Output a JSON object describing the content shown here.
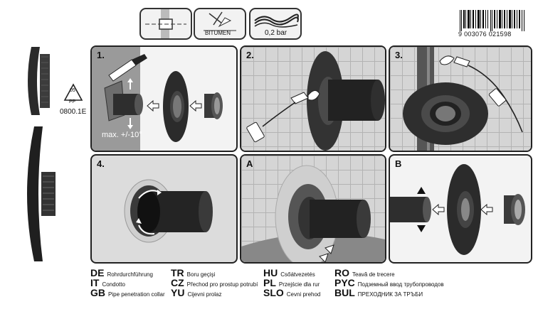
{
  "header": {
    "bitumen_label": "BITUMEN",
    "pressure_label": "0,2 bar",
    "barcode_number": "9 003076 021598"
  },
  "recycle": {
    "number": "05",
    "material": "PP"
  },
  "product_code": "0800.1E",
  "panels": {
    "p1": {
      "label": "1.",
      "angle_note": "max. +/-10°"
    },
    "p2": {
      "label": "2."
    },
    "p3": {
      "label": "3."
    },
    "p4": {
      "label": "4."
    },
    "pA": {
      "label": "A"
    },
    "pB": {
      "label": "B"
    }
  },
  "translations": [
    {
      "code": "DE",
      "text": "Rohrdurchführung"
    },
    {
      "code": "IT",
      "text": "Condotto"
    },
    {
      "code": "GB",
      "text": "Pipe penetration collar"
    },
    {
      "code": "TR",
      "text": "Boru geçişi"
    },
    {
      "code": "CZ",
      "text": "Přechod pro prostup potrubí"
    },
    {
      "code": "YU",
      "text": "Cijevni prolaz"
    },
    {
      "code": "HU",
      "text": "Csőátvezetés"
    },
    {
      "code": "PL",
      "text": "Przejście dla rur"
    },
    {
      "code": "SLO",
      "text": "Cevni prehod"
    },
    {
      "code": "RO",
      "text": "Teavă de trecere"
    },
    {
      "code": "PYC",
      "text": "Подземный ввод трубопроводов"
    },
    {
      "code": "BUL",
      "text": "ПРЕХОДНИК ЗА ТРЪБИ"
    }
  ],
  "colors": {
    "dark": "#2b2b2b",
    "panel": "#e6e6e6",
    "brick": "#d5d5d5"
  }
}
